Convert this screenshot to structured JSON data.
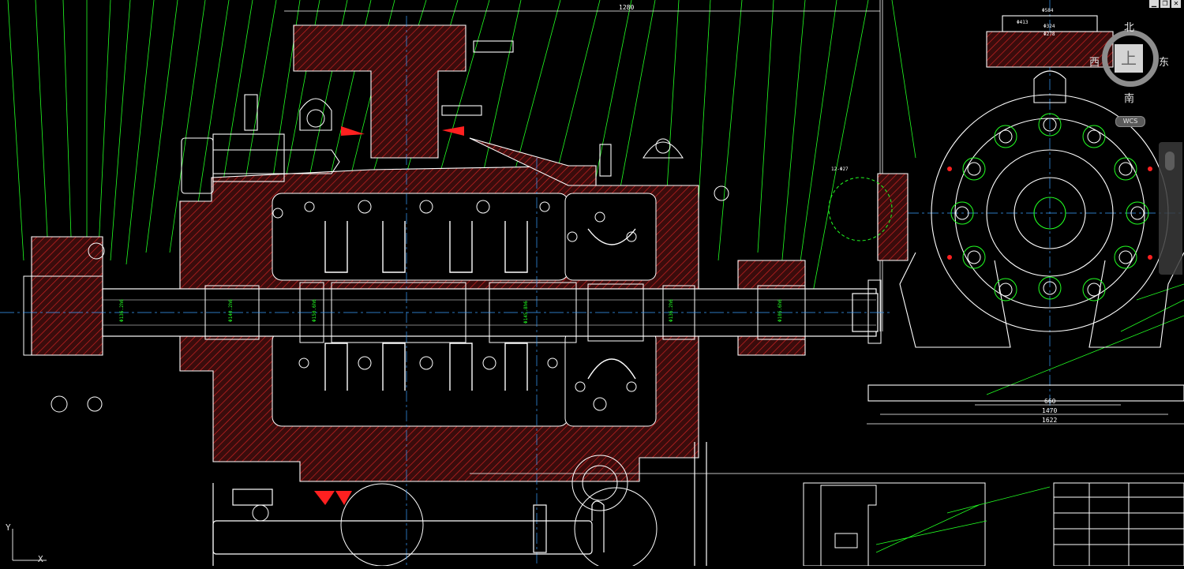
{
  "window": {
    "minimize_glyph": "▁",
    "restore_glyph": "❐",
    "close_glyph": "✕"
  },
  "viewcube": {
    "north": "北",
    "south": "南",
    "east": "东",
    "west": "西",
    "face": "上"
  },
  "wcs_label": "WCS",
  "ucs": {
    "y_label": "Y",
    "x_label": "X"
  },
  "dimensions": {
    "overall_length": "1280",
    "d584": "Φ584",
    "d324": "Φ324",
    "d278": "Φ278",
    "d413": "Φ413",
    "holes": "12-Φ27",
    "base_660": "660",
    "base_1470": "1470",
    "base_1622": "1622",
    "shaft_labels": [
      "Φ136.2h6",
      "Φ140.2h6",
      "Φ136.2h6",
      "Φ105.6h6",
      "Φ150.6h6",
      "Φ145.8h6"
    ]
  },
  "colors": {
    "background": "#000000",
    "hatch": "#cc2222",
    "outline": "#ffffff",
    "leader": "#22ff22",
    "center": "#3aa0ff",
    "accent": "#ff2020"
  }
}
